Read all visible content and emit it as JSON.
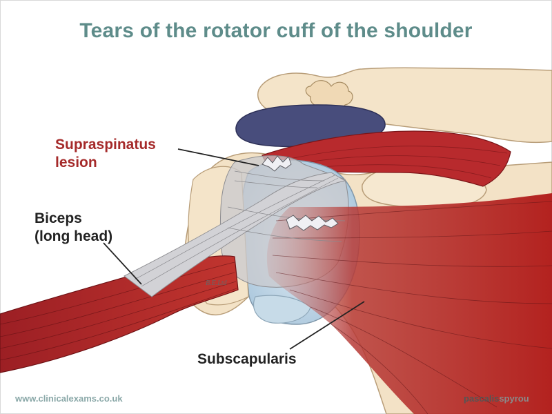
{
  "title": "Tears of the rotator cuff of the shoulder",
  "labels": {
    "supraspinatus_line1": "Supraspinatus",
    "supraspinatus_line2": "lesion",
    "biceps_line1": "Biceps",
    "biceps_line2": "(long head)",
    "subscapularis": "Subscapularis"
  },
  "watermark": "B.E.Ltd",
  "footer": {
    "website": "www.clinicalexams.co.uk",
    "credit_first": "pascalis",
    "credit_last": "spyrou"
  },
  "colors": {
    "title": "#5e8c8a",
    "muscle": "#b52a2e",
    "bone": "#f3e2c6",
    "bursa": "#4a4f7d",
    "tendon": "#c8c8cc",
    "joint": "#c4d8e6",
    "lesion_label": "#a52a2a"
  }
}
